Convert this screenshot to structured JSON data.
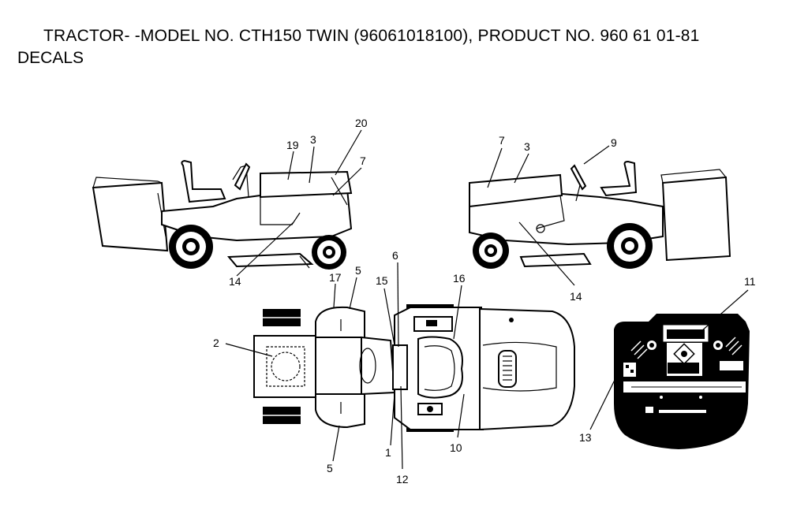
{
  "header": {
    "title": "TRACTOR- -MODEL NO. CTH150 TWIN (96061018100), PRODUCT NO. 960 61 01-81",
    "subtitle": "DECALS"
  },
  "callouts": {
    "left_view": [
      "19",
      "3",
      "20",
      "7",
      "14"
    ],
    "right_view": [
      "7",
      "3",
      "9",
      "14"
    ],
    "top_view": [
      "17",
      "5",
      "15",
      "6",
      "16",
      "2",
      "5",
      "1",
      "12",
      "10"
    ],
    "panel_view": [
      "11",
      "13"
    ]
  }
}
